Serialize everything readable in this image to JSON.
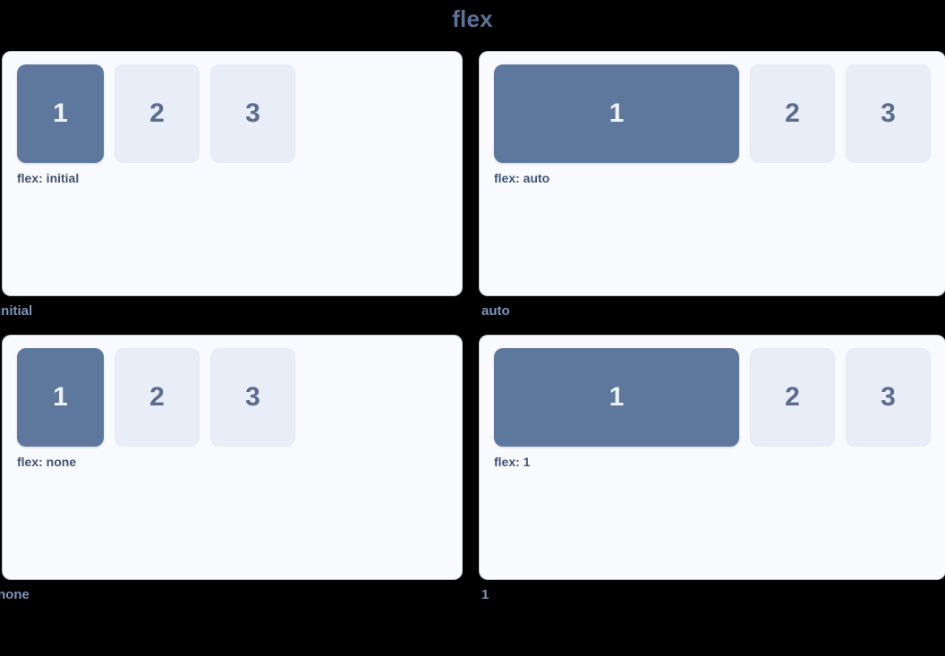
{
  "title": "flex",
  "theme": {
    "background": "#000000",
    "panel_bg": "#f9fafd",
    "primary_box": "#5e779c",
    "muted_box": "#e9edf7",
    "title_color": "#5c7299",
    "caption_color": "#3f5273",
    "cell_label_color": "#7e95bb",
    "muted_number_color": "#5a6c8f"
  },
  "demos": [
    {
      "id": "initial",
      "label": "initial",
      "caption": "flex: initial",
      "variant": "v-initial",
      "boxes": [
        {
          "text": "1",
          "style": "primary"
        },
        {
          "text": "2",
          "style": "muted"
        },
        {
          "text": "3",
          "style": "muted"
        }
      ]
    },
    {
      "id": "auto",
      "label": "auto",
      "caption": "flex: auto",
      "variant": "v-auto",
      "boxes": [
        {
          "text": "1",
          "style": "primary"
        },
        {
          "text": "2",
          "style": "muted"
        },
        {
          "text": "3",
          "style": "muted"
        }
      ]
    },
    {
      "id": "none",
      "label": "none",
      "caption": "flex: none",
      "variant": "v-none",
      "boxes": [
        {
          "text": "1",
          "style": "primary"
        },
        {
          "text": "2",
          "style": "muted"
        },
        {
          "text": "3",
          "style": "muted"
        }
      ]
    },
    {
      "id": "one",
      "label": "1",
      "caption": "flex: 1",
      "variant": "v-one",
      "boxes": [
        {
          "text": "1",
          "style": "primary"
        },
        {
          "text": "2",
          "style": "muted"
        },
        {
          "text": "3",
          "style": "muted"
        }
      ]
    }
  ]
}
